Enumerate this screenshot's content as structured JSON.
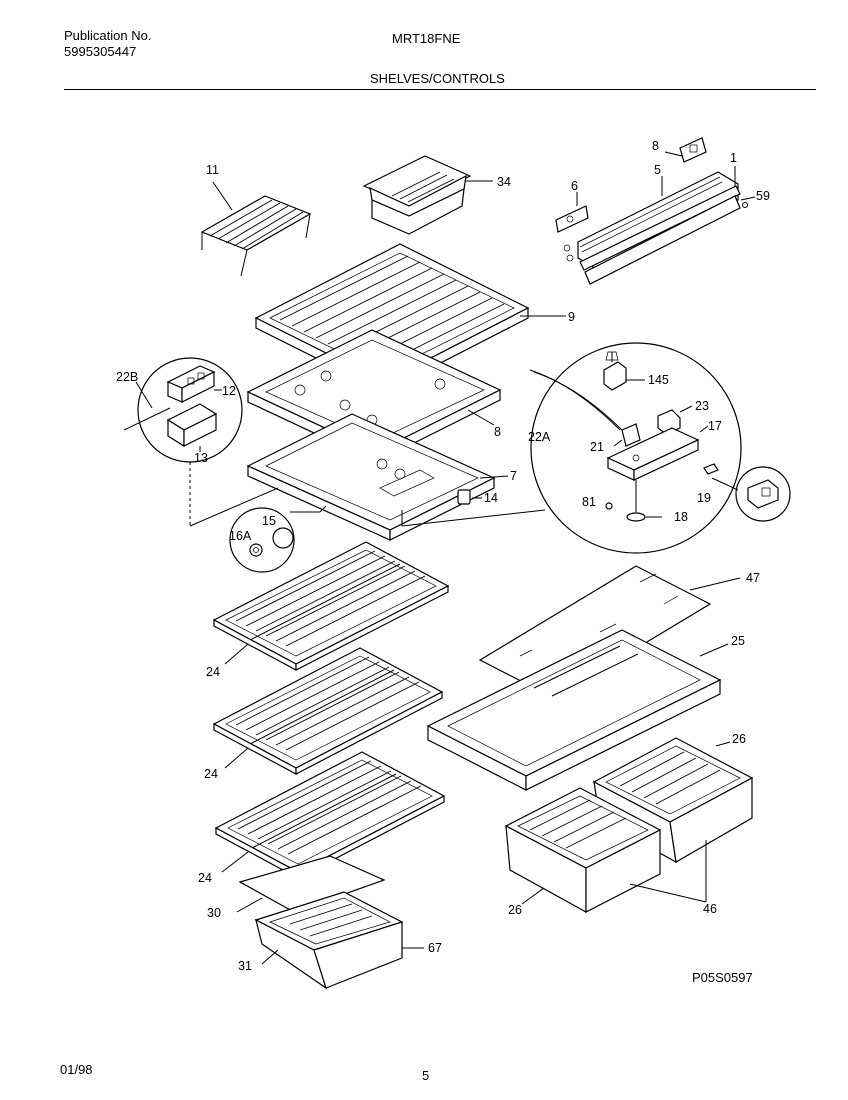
{
  "header": {
    "publication_label": "Publication No.",
    "publication_number": "5995305447",
    "model": "MRT18FNE",
    "section": "SHELVES/CONTROLS"
  },
  "footer": {
    "date": "01/98",
    "page": "5",
    "diagram_code": "P05S0597"
  },
  "parts": {
    "p11": "11",
    "p34": "34",
    "p8_top": "8",
    "p5": "5",
    "p1": "1",
    "p6": "6",
    "p59": "59",
    "p9": "9",
    "p22b": "22B",
    "p12": "12",
    "p13": "13",
    "p8_mid": "8",
    "p7": "7",
    "p14": "14",
    "p15": "15",
    "p16a": "16A",
    "p145": "145",
    "p23": "23",
    "p22a": "22A",
    "p21": "21",
    "p17": "17",
    "p81": "81",
    "p18": "18",
    "p19": "19",
    "p47": "47",
    "p25": "25",
    "p24_a": "24",
    "p24_b": "24",
    "p24_c": "24",
    "p26_a": "26",
    "p26_b": "26",
    "p46": "46",
    "p30": "30",
    "p31": "31",
    "p67": "67"
  }
}
